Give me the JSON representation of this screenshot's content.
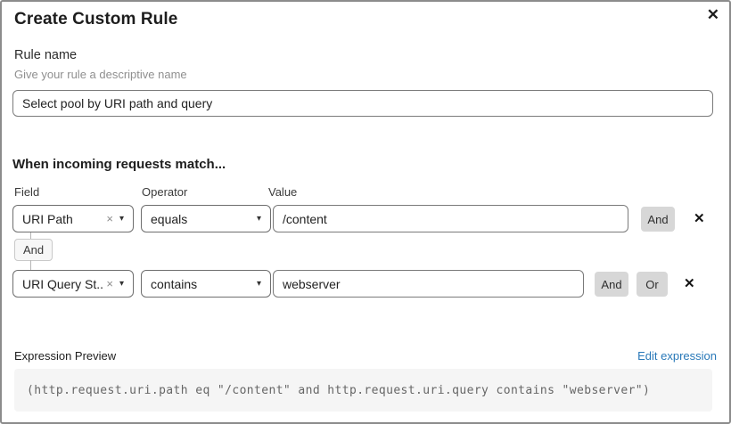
{
  "dialog": {
    "title": "Create Custom Rule",
    "close_icon": "✕"
  },
  "rule_name": {
    "label": "Rule name",
    "help": "Give your rule a descriptive name",
    "value": "Select pool by URI path and query"
  },
  "match": {
    "heading": "When incoming requests match...",
    "columns": {
      "field": "Field",
      "operator": "Operator",
      "value": "Value"
    },
    "rows": [
      {
        "field": "URI Path",
        "operator": "equals",
        "value": "/content",
        "and_label": "And",
        "clear_icon": "×",
        "caret_icon": "▾",
        "remove_icon": "✕"
      },
      {
        "field": "URI Query St...",
        "operator": "contains",
        "value": "webserver",
        "and_label": "And",
        "or_label": "Or",
        "clear_icon": "×",
        "caret_icon": "▾",
        "remove_icon": "✕"
      }
    ],
    "connector_label": "And"
  },
  "expression": {
    "label": "Expression Preview",
    "edit_link": "Edit expression",
    "code": "(http.request.uri.path eq \"/content\" and http.request.uri.query contains \"webserver\")"
  },
  "colors": {
    "link_blue": "#2878b8",
    "button_gray": "#d7d7d7",
    "code_background": "#f5f5f5",
    "dialog_border": "#8c8c8c"
  }
}
